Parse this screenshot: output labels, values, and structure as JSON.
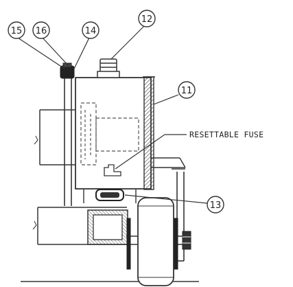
{
  "callouts": {
    "c15": "15",
    "c16": "16",
    "c14": "14",
    "c12": "12",
    "c11": "11",
    "c13": "13"
  },
  "labels": {
    "resettable_fuse": "RESETTABLE FUSE"
  },
  "colors": {
    "line": "#333333",
    "dash": "#555555",
    "hatch": "#444444",
    "background": "#ffffff"
  }
}
